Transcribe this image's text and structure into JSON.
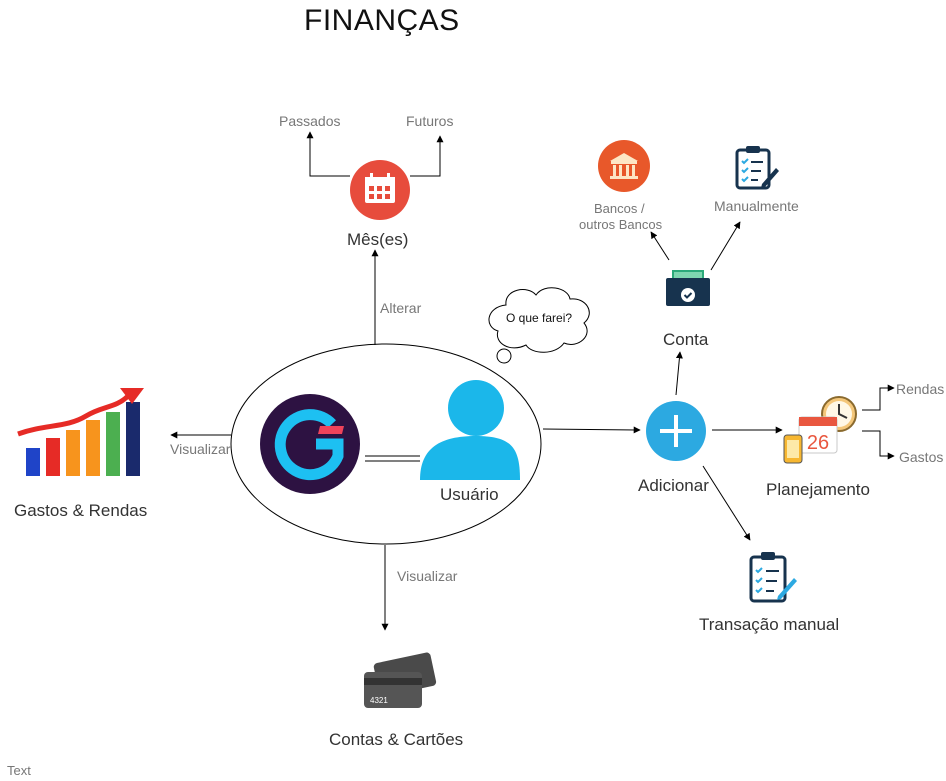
{
  "title": "FINANÇAS",
  "nodes": {
    "months": {
      "label": "Mês(es)",
      "past": "Passados",
      "future": "Futuros"
    },
    "banks": {
      "label_line1": "Bancos /",
      "label_line2": "outros Bancos"
    },
    "manual": {
      "label": "Manualmente"
    },
    "account": {
      "label": "Conta"
    },
    "thought": {
      "label": "O que farei?"
    },
    "user": {
      "label": "Usuário"
    },
    "add": {
      "label": "Adicionar"
    },
    "planning": {
      "label": "Planejamento",
      "income": "Rendas",
      "expenses": "Gastos",
      "calendar_day": "26"
    },
    "manual_transaction": {
      "label": "Transação manual"
    },
    "expenses_income": {
      "label": "Gastos & Rendas"
    },
    "accounts_cards": {
      "label": "Contas & Cartões",
      "card_number": "4321"
    }
  },
  "edges": {
    "change": "Alterar",
    "view_left": "Visualizar",
    "view_down": "Visualizar"
  },
  "footer": {
    "text": "Text"
  },
  "colors": {
    "calendar_red": "#e74c3c",
    "bank_orange": "#e8582a",
    "user_blue": "#1bb7ea",
    "add_blue": "#2ca9e1",
    "logo_bg": "#2d1242",
    "logo_cyan": "#1dc0f2",
    "logo_pink": "#f0435a",
    "navy": "#17334e"
  }
}
